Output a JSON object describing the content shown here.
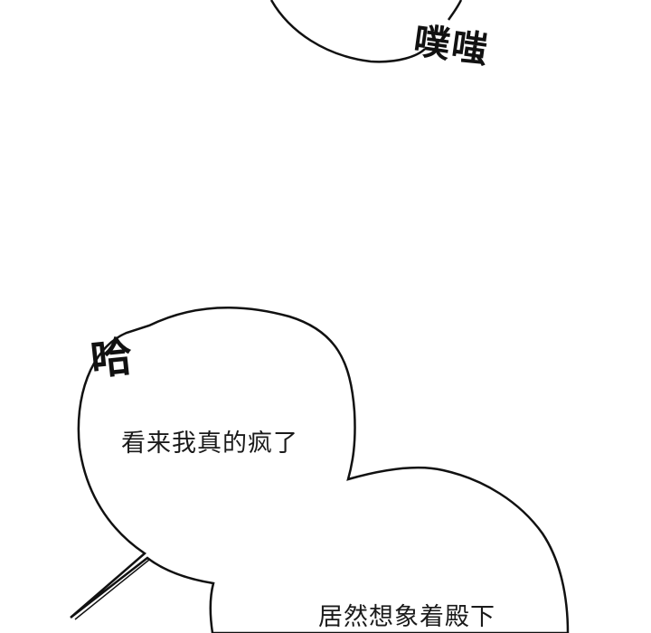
{
  "panel": {
    "background": "#ffffff",
    "line_color": "#111111"
  },
  "sfx": {
    "top": "噗嗤",
    "laugh": "哈"
  },
  "bubbles": {
    "first": {
      "text": "看来我真的疯了"
    },
    "second": {
      "text": "居然想象着殿下"
    }
  }
}
